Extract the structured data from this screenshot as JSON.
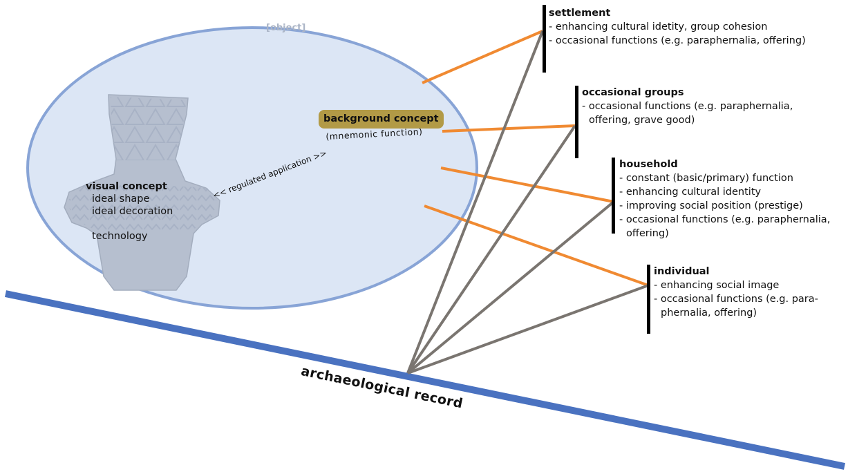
{
  "object_label": "[object]",
  "visual_concept": {
    "title": "visual concept",
    "items": [
      "ideal shape",
      "ideal decoration"
    ],
    "technology": "technology"
  },
  "connector_label": "<< regulated application >>",
  "background_concept": {
    "title": "background concept",
    "subtitle": "(mnemonic function)"
  },
  "levels": [
    {
      "title": "settlement",
      "items": [
        "- enhancing cultural idetity, group cohesion",
        "- occasional functions (e.g. paraphernalia, offering)"
      ]
    },
    {
      "title": "occasional groups",
      "items": [
        "- occasional functions (e.g. paraphernalia,",
        "offering, grave good)"
      ]
    },
    {
      "title": "household",
      "items": [
        "- constant (basic/primary) function",
        "- enhancing cultural identity",
        "- improving social position (prestige)",
        "- occasional functions (e.g. paraphernalia,",
        "offering)"
      ]
    },
    {
      "title": "individual",
      "items": [
        "- enhancing social image",
        "- occasional functions (e.g. para-",
        "phernalia, offering)"
      ]
    }
  ],
  "record_label": "archaeological  record",
  "colors": {
    "ellipse_fill": "#dce6f5",
    "ellipse_stroke": "#88a4d6",
    "record_line": "#4a72c0",
    "orange_line": "#f08a32",
    "gray_line": "#7a7570",
    "bar": "#000000",
    "concept_highlight": "#b29a46"
  }
}
